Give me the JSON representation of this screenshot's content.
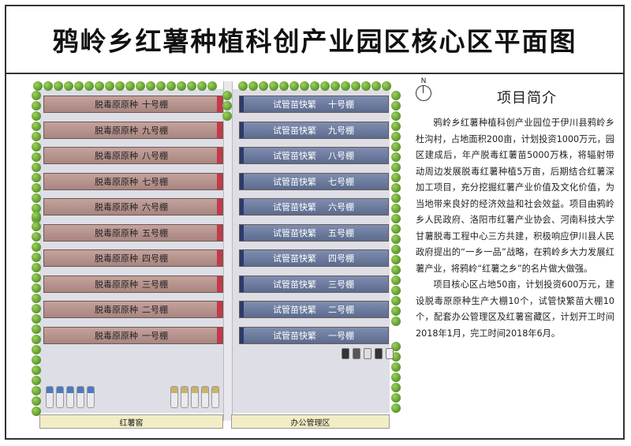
{
  "title": "鸦岭乡红薯种植科创产业园区核心区平面图",
  "compass": "N",
  "left_sheds": [
    {
      "name": "脱毒原原种",
      "number": "十号棚"
    },
    {
      "name": "脱毒原原种",
      "number": "九号棚"
    },
    {
      "name": "脱毒原原种",
      "number": "八号棚"
    },
    {
      "name": "脱毒原原种",
      "number": "七号棚"
    },
    {
      "name": "脱毒原原种",
      "number": "六号棚"
    },
    {
      "name": "脱毒原原种",
      "number": "五号棚"
    },
    {
      "name": "脱毒原原种",
      "number": "四号棚"
    },
    {
      "name": "脱毒原原种",
      "number": "三号棚"
    },
    {
      "name": "脱毒原原种",
      "number": "二号棚"
    },
    {
      "name": "脱毒原原种",
      "number": "一号棚"
    }
  ],
  "right_sheds": [
    {
      "name": "试管苗快繁",
      "number": "十号棚"
    },
    {
      "name": "试管苗快繁",
      "number": "九号棚"
    },
    {
      "name": "试管苗快繁",
      "number": "八号棚"
    },
    {
      "name": "试管苗快繁",
      "number": "七号棚"
    },
    {
      "name": "试管苗快繁",
      "number": "六号棚"
    },
    {
      "name": "试管苗快繁",
      "number": "五号棚"
    },
    {
      "name": "试管苗快繁",
      "number": "四号棚"
    },
    {
      "name": "试管苗快繁",
      "number": "三号棚"
    },
    {
      "name": "试管苗快繁",
      "number": "二号棚"
    },
    {
      "name": "试管苗快繁",
      "number": "一号棚"
    }
  ],
  "buildings": {
    "cellar": "红薯窖",
    "office": "办公管理区"
  },
  "intro": {
    "heading": "项目简介",
    "p1": "鸦岭乡红薯种植科创产业园位于伊川县鸦岭乡杜沟村，占地面积200亩，计划投资1000万元，园区建成后，年产脱毒红薯苗5000万株，将辐射带动周边发展脱毒红薯种植5万亩，后期结合红薯深加工项目，充分挖掘红薯产业价值及文化价值，为当地带来良好的经济效益和社会效益。项目由鸦岭乡人民政府、洛阳市红薯产业协会、河南科技大学甘薯脱毒工程中心三方共建，积极响应伊川县人民政府提出的“一乡一品”战略，在鸦岭乡大力发展红薯产业，将鸦岭“红薯之乡”的名片做大做强。",
    "p2": "项目核心区占地50亩，计划投资600万元，建设脱毒原原种生产大棚10个，试管快繁苗大棚10个，配套办公管理区及红薯窖藏区，计划开工时间2018年1月，完工时间2018年6月。"
  },
  "colors": {
    "left_shed": "#b8948e",
    "left_endcap": "#c43a4a",
    "right_shed": "#6e7da0",
    "right_endcap": "#2c3b6a",
    "ground": "#dedee6",
    "tree": "#3d7a1e",
    "building": "#f3edc6"
  }
}
